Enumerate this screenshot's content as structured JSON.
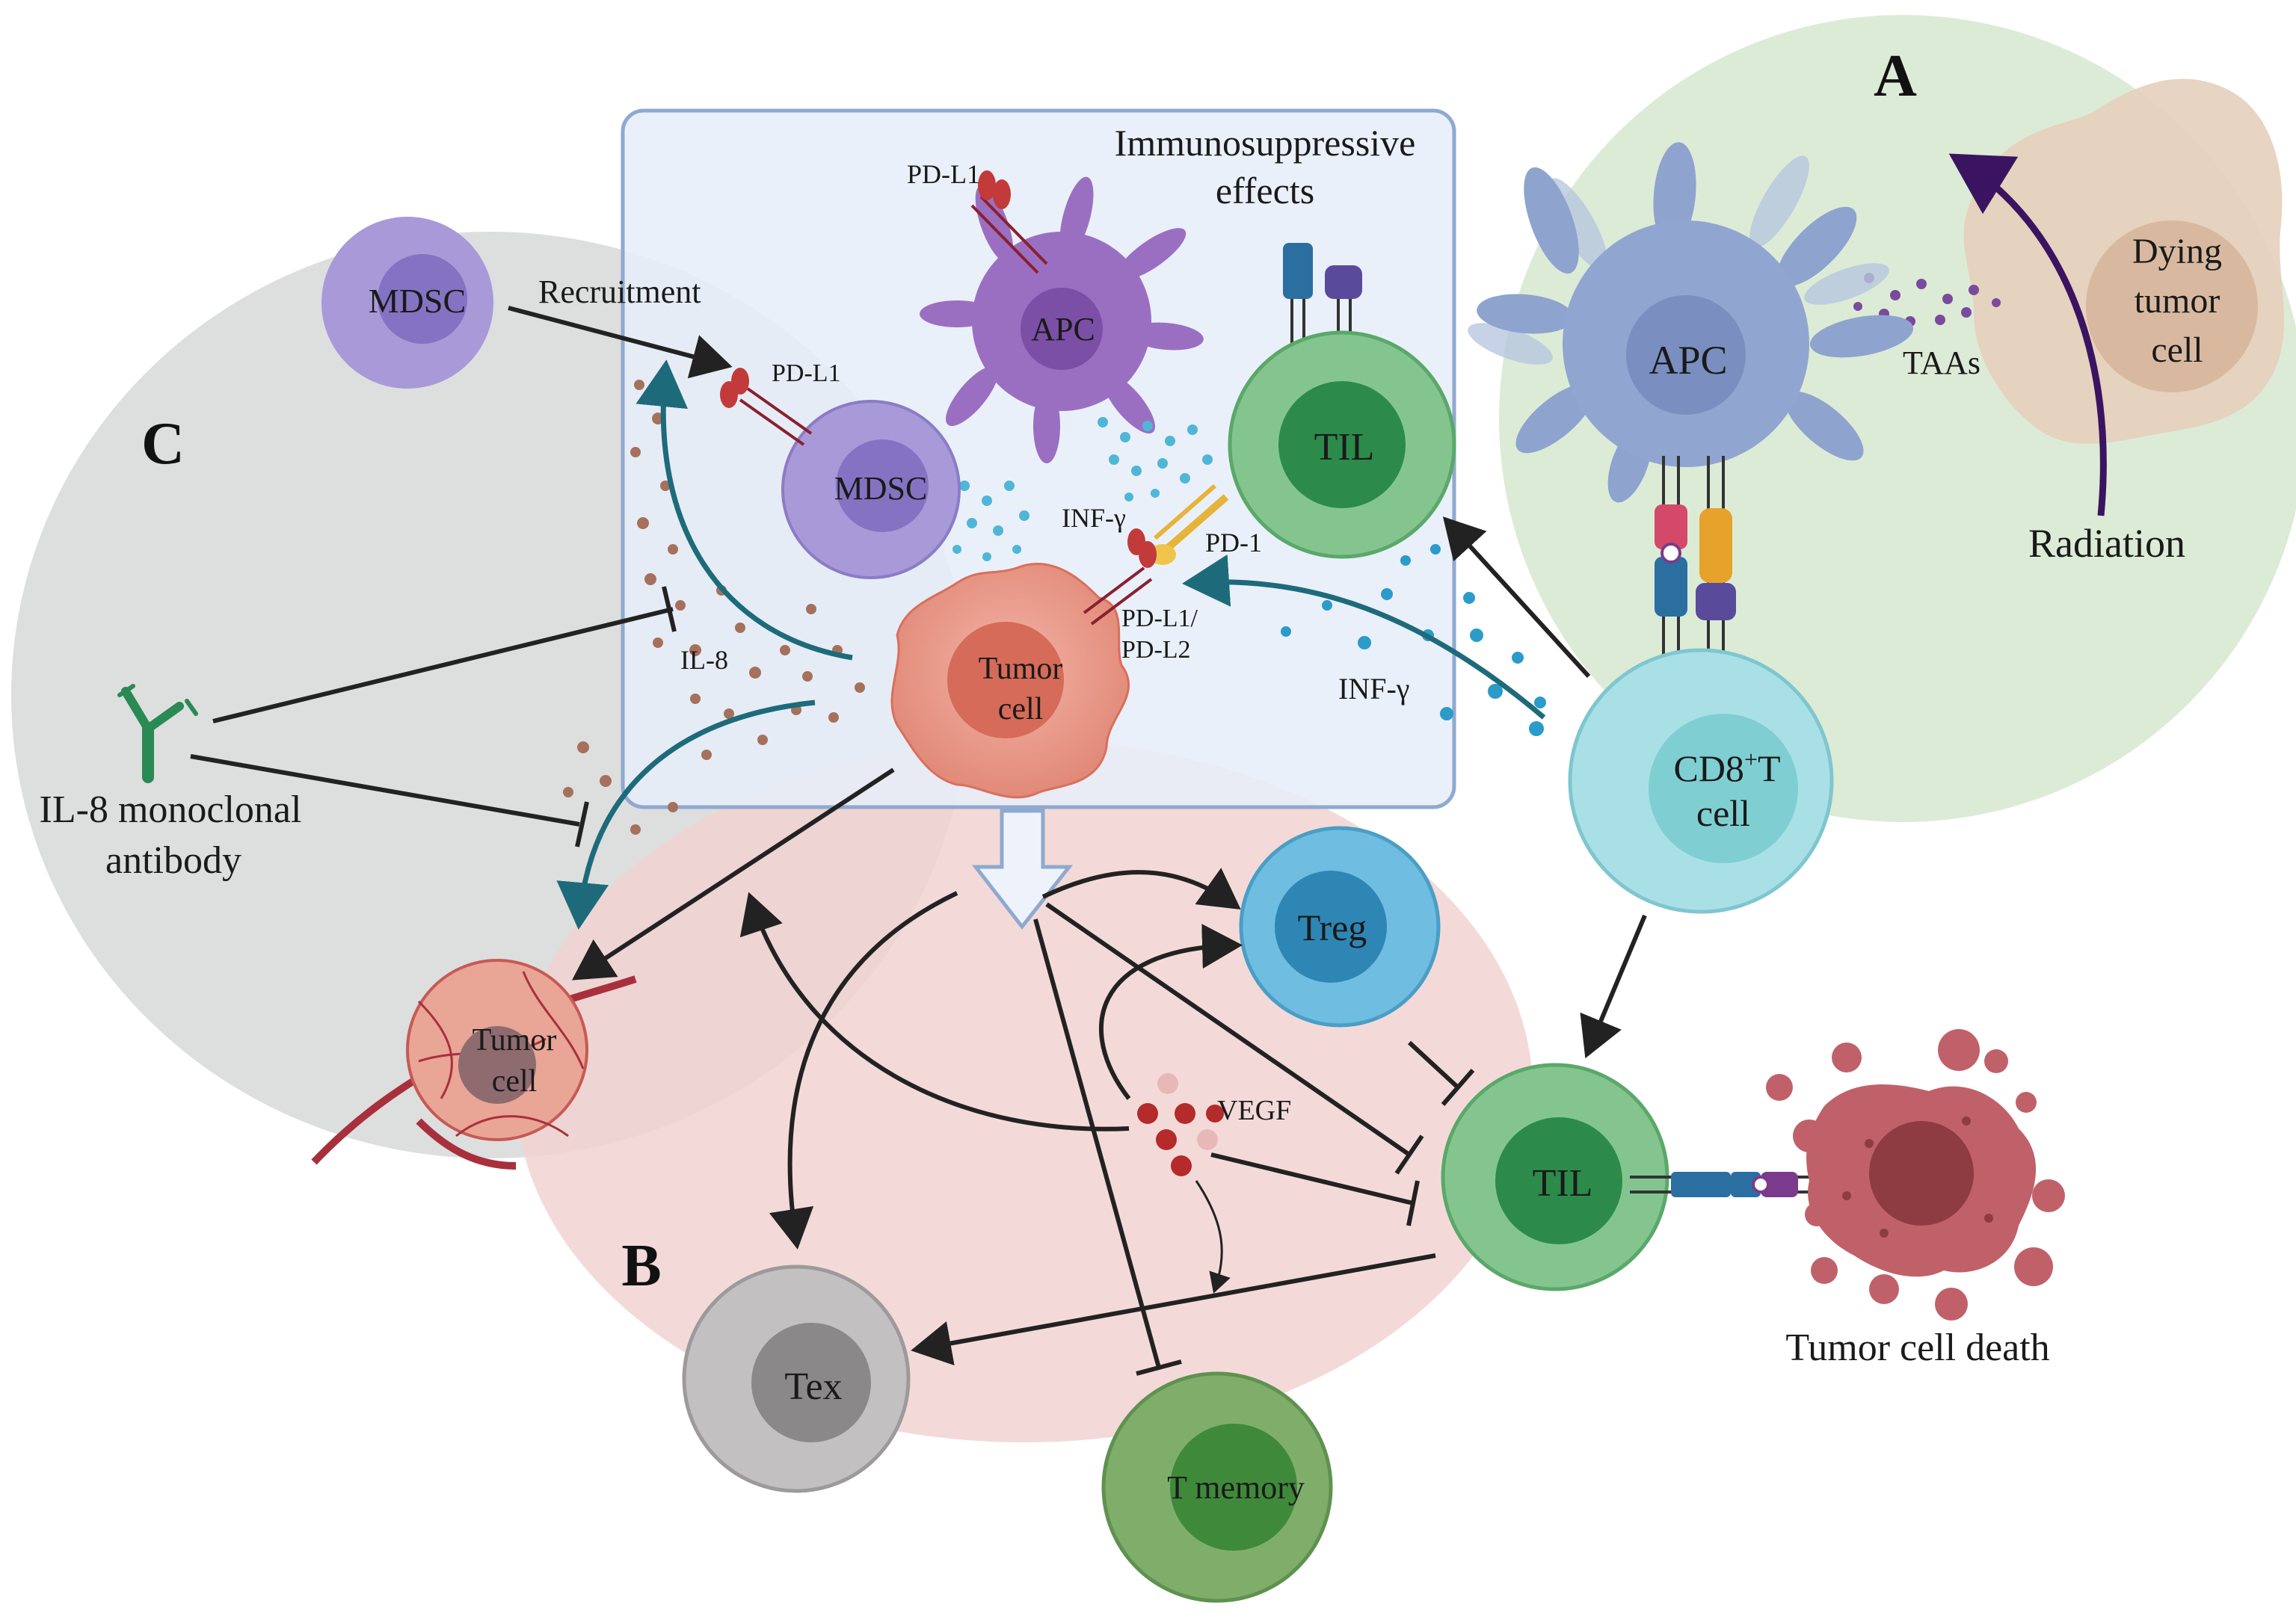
{
  "panels": {
    "a": "A",
    "b": "B",
    "c": "C"
  },
  "box": {
    "title_line1": "Immunosuppressive",
    "title_line2": "effects"
  },
  "cells": {
    "mdsc_outside": "MDSC",
    "mdsc_inside": "MDSC",
    "apc_purple": "APC",
    "til_top": "TIL",
    "apc_blue": "APC",
    "dying_tumor_line1": "Dying",
    "dying_tumor_line2": "tumor",
    "dying_tumor_line3": "cell",
    "tumor_cell_center_line1": "Tumor",
    "tumor_cell_center_line2": "cell",
    "cd8_line1_base": "CD8",
    "cd8_line1_sup": "+",
    "cd8_line1_tail": "T",
    "cd8_line2": "cell",
    "tumor_cell_left_line1": "Tumor",
    "tumor_cell_left_line2": "cell",
    "treg": "Treg",
    "til_bottom": "TIL",
    "tex": "Tex",
    "t_memory": "T memory"
  },
  "labels": {
    "recruitment": "Recruitment",
    "pd_l1_apc": "PD-L1",
    "pd_l1_mdsc": "PD-L1",
    "taas": "TAAs",
    "radiation": "Radiation",
    "inf_gamma_inside": "INF-γ",
    "pd_1": "PD-1",
    "pd_l1_l2_line1": "PD-L1/",
    "pd_l1_l2_line2": "PD-L2",
    "il_8": "IL-8",
    "inf_gamma_outside": "INF-γ",
    "il8_antibody_line1": "IL-8 monoclonal",
    "il8_antibody_line2": "antibody",
    "vegf": "VEGF",
    "tumor_cell_death": "Tumor cell death"
  },
  "colors": {
    "panel_a_bg": "#dcebd6",
    "panel_b_bg": "#f1d6d4",
    "panel_c_bg": "#dcdcdc",
    "box_fill": "#e7eef8",
    "box_stroke": "#8fa9cf",
    "mdsc": "#a89ad8",
    "apc_purple": "#9a6fc2",
    "til": "#84c58f",
    "apc_blue": "#90a6d0",
    "cd8": "#a9e0e6",
    "tumor": "#ec9d8f",
    "treg": "#6fbde0",
    "tex": "#c2c0c0",
    "t_memory": "#7fae6b",
    "dying_tumor": "#e6cfbd",
    "dead_tumor": "#b4585e",
    "arrow_dark": "#222222",
    "arrow_teal": "#1d6b7a",
    "radiation_arrow": "#3a1460",
    "antibody": "#2a8a54"
  }
}
